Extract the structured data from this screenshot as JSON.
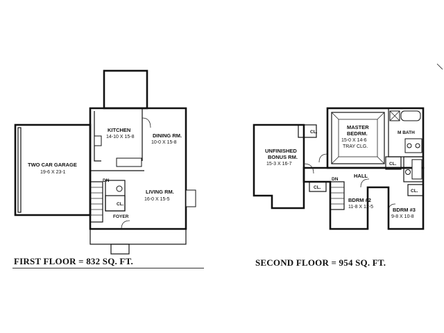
{
  "first_floor": {
    "caption": "FIRST FLOOR = 832 SQ. FT.",
    "rooms": {
      "kitchen": {
        "name": "KITCHEN",
        "dims": "14-10 X 15-8"
      },
      "dining": {
        "name": "DINING RM.",
        "dims": "10-0 X 15-8"
      },
      "garage": {
        "name": "TWO CAR GARAGE",
        "dims": "19-6 X 23-1"
      },
      "living": {
        "name": "LIVING RM.",
        "dims": "16-0 X 15-5"
      },
      "foyer": {
        "name": "FOYER"
      },
      "closet": {
        "name": "CL."
      },
      "stair_dn": {
        "name": "DN"
      }
    }
  },
  "second_floor": {
    "caption": "SECOND FLOOR = 954 SQ. FT.",
    "rooms": {
      "master": {
        "name": "MASTER",
        "name2": "BEDRM.",
        "dims": "15-0 X 14-6",
        "note": "TRAY CLG."
      },
      "master_bath": {
        "name": "M BATH"
      },
      "bonus": {
        "name": "UNFINISHED",
        "name2": "BONUS RM.",
        "dims": "15-3 X 16-7"
      },
      "hall": {
        "name": "HALL"
      },
      "bedrm2": {
        "name": "BDRM #2",
        "dims": "11-8 X 12-5"
      },
      "bedrm3": {
        "name": "BDRM #3",
        "dims": "9-8 X 10-8"
      },
      "closet": {
        "name": "CL."
      },
      "stair_dn": {
        "name": "DN"
      }
    }
  }
}
